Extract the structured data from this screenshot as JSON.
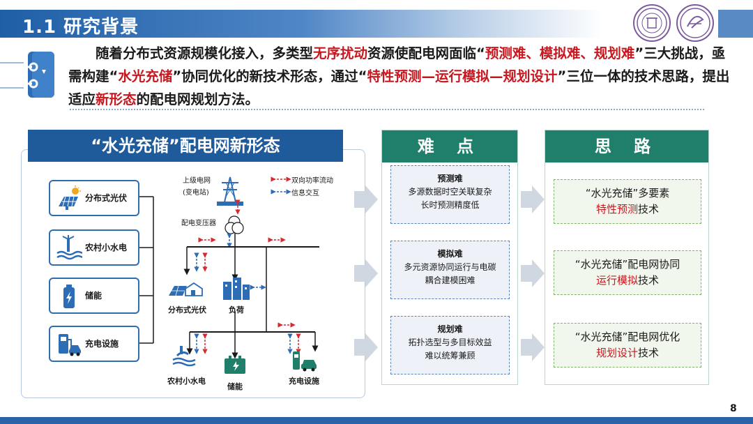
{
  "header": {
    "title": "1.1 研究背景"
  },
  "intro": {
    "segments": [
      {
        "text": "随着分布式资源规模化接入，多类型",
        "red": false
      },
      {
        "text": "无序扰动",
        "red": true
      },
      {
        "text": "资源使配电网面临“",
        "red": false
      },
      {
        "text": "预测难、模拟难、规划难",
        "red": true
      },
      {
        "text": "”三大挑战，亟需构建“",
        "red": false
      },
      {
        "text": "水光充储",
        "red": true
      },
      {
        "text": "”协同优化的新技术形态，通过“",
        "red": false
      },
      {
        "text": "特性预测—运行模拟—规划设计",
        "red": true
      },
      {
        "text": "”三位一体的技术思路，提出适应",
        "red": false
      },
      {
        "text": "新形态",
        "red": true
      },
      {
        "text": "的配电网规划方法。",
        "red": false
      }
    ]
  },
  "left_panel": {
    "title": "“水光充储”配电网新形态",
    "sources": [
      {
        "label": "分布式光伏",
        "icon": "solar-panel-icon"
      },
      {
        "label": "农村小水电",
        "icon": "hydro-icon"
      },
      {
        "label": "储能",
        "icon": "battery-icon"
      },
      {
        "label": "充电设施",
        "icon": "charging-icon"
      }
    ],
    "grid_label_1": "上级电网",
    "grid_label_2": "(变电站)",
    "transformer_label": "配电变压器",
    "legend_power": "双向功率流动",
    "legend_info": "信息交互",
    "nodes": {
      "pv": "分布式光伏",
      "load": "负荷",
      "hydro": "农村小水电",
      "storage": "储能",
      "charging": "充电设施"
    }
  },
  "difficulties": {
    "title": "难 点",
    "items": [
      {
        "title": "预测难",
        "lines": [
          "多源数据时空关联复杂",
          "长时预测精度低"
        ]
      },
      {
        "title": "模拟难",
        "lines": [
          "多元资源协同运行与电碳",
          "耦合建模困难"
        ]
      },
      {
        "title": "规划难",
        "lines": [
          "拓扑选型与多目标效益",
          "难以统筹兼顾"
        ]
      }
    ]
  },
  "ideas": {
    "title": "思 路",
    "items": [
      {
        "line1": "“水光充储”多要素",
        "red": "特性预测",
        "suffix": "技术"
      },
      {
        "line1": "“水光充储”配电网协同",
        "red": "运行模拟",
        "suffix": "技术"
      },
      {
        "line1": "“水光充储”配电网优化",
        "red": "规划设计",
        "suffix": "技术"
      }
    ]
  },
  "page_number": "8",
  "colors": {
    "primary_blue": "#1f5a9a",
    "teal": "#1f7f6b",
    "accent_red": "#c8171e",
    "arrow_gray": "#cfd8e0"
  }
}
